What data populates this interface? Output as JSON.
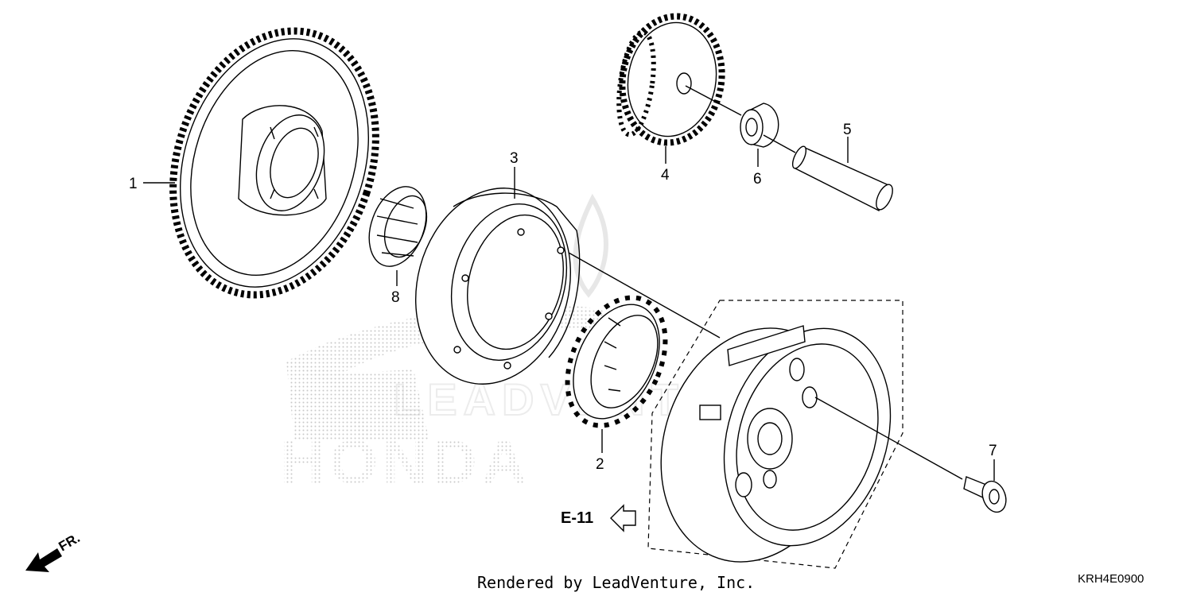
{
  "callouts": {
    "c1": "1",
    "c2": "2",
    "c3": "3",
    "c4": "4",
    "c5": "5",
    "c6": "6",
    "c7": "7",
    "c8": "8"
  },
  "reference": {
    "label": "E-11"
  },
  "direction": {
    "label": "FR."
  },
  "watermark": {
    "brand": "HONDA",
    "logo_text": "LEADVENTURE"
  },
  "footer": {
    "rendered_by": "Rendered by LeadVenture, Inc.",
    "diagram_code": "KRH4E0900"
  }
}
